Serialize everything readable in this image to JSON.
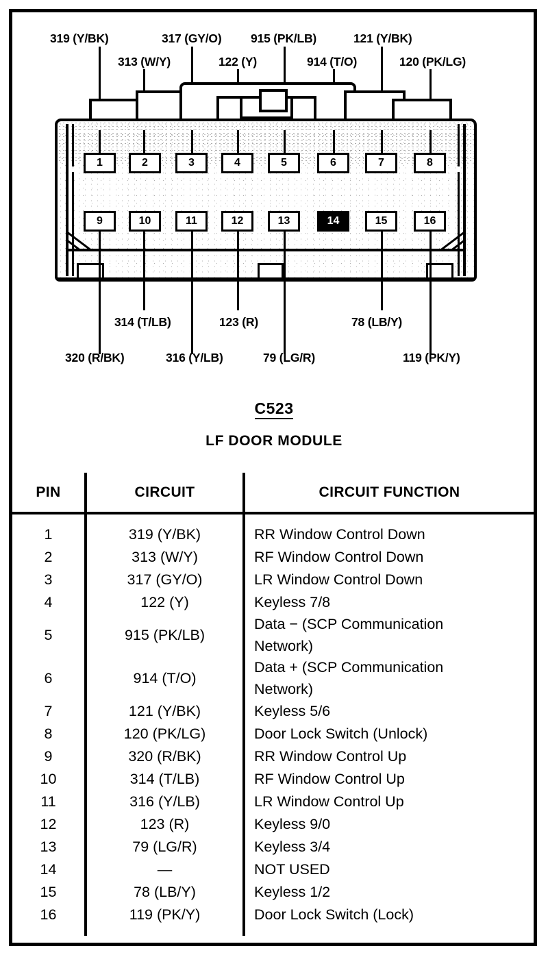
{
  "connector": {
    "id": "C523",
    "module_name": "LF DOOR MODULE",
    "top_labels": [
      {
        "pin": 1,
        "text": "319 (Y/BK)"
      },
      {
        "pin": 2,
        "text": "313 (W/Y)"
      },
      {
        "pin": 3,
        "text": "317 (GY/O)"
      },
      {
        "pin": 4,
        "text": "122 (Y)"
      },
      {
        "pin": 5,
        "text": "915 (PK/LB)"
      },
      {
        "pin": 6,
        "text": "914 (T/O)"
      },
      {
        "pin": 7,
        "text": "121 (Y/BK)"
      },
      {
        "pin": 8,
        "text": "120 (PK/LG)"
      }
    ],
    "bottom_labels": [
      {
        "pin": 9,
        "text": "320 (R/BK)"
      },
      {
        "pin": 10,
        "text": "314 (T/LB)"
      },
      {
        "pin": 11,
        "text": "316 (Y/LB)"
      },
      {
        "pin": 12,
        "text": "123 (R)"
      },
      {
        "pin": 13,
        "text": "79 (LG/R)"
      },
      {
        "pin": 15,
        "text": "78 (LB/Y)"
      },
      {
        "pin": 16,
        "text": "119 (PK/Y)"
      }
    ],
    "pins_top_row": [
      "1",
      "2",
      "3",
      "4",
      "5",
      "6",
      "7",
      "8"
    ],
    "pins_bottom_row": [
      "9",
      "10",
      "11",
      "12",
      "13",
      "14",
      "15",
      "16"
    ],
    "highlighted_pin": "14"
  },
  "table": {
    "headers": {
      "pin": "PIN",
      "circuit": "CIRCUIT",
      "function": "CIRCUIT FUNCTION"
    },
    "rows": [
      {
        "pin": "1",
        "circuit": "319 (Y/BK)",
        "function": "RR Window Control Down",
        "function_line2": ""
      },
      {
        "pin": "2",
        "circuit": "313 (W/Y)",
        "function": "RF Window Control Down",
        "function_line2": ""
      },
      {
        "pin": "3",
        "circuit": "317 (GY/O)",
        "function": "LR Window Control Down",
        "function_line2": ""
      },
      {
        "pin": "4",
        "circuit": "122 (Y)",
        "function": "Keyless 7/8",
        "function_line2": ""
      },
      {
        "pin": "5",
        "circuit": "915 (PK/LB)",
        "function": "Data − (SCP Communication",
        "function_line2": "Network)"
      },
      {
        "pin": "6",
        "circuit": "914 (T/O)",
        "function": "Data + (SCP Communication",
        "function_line2": "Network)"
      },
      {
        "pin": "7",
        "circuit": "121 (Y/BK)",
        "function": "Keyless 5/6",
        "function_line2": ""
      },
      {
        "pin": "8",
        "circuit": "120 (PK/LG)",
        "function": "Door Lock Switch (Unlock)",
        "function_line2": ""
      },
      {
        "pin": "9",
        "circuit": "320 (R/BK)",
        "function": "RR Window Control Up",
        "function_line2": ""
      },
      {
        "pin": "10",
        "circuit": "314 (T/LB)",
        "function": "RF Window Control Up",
        "function_line2": ""
      },
      {
        "pin": "11",
        "circuit": "316 (Y/LB)",
        "function": "LR Window Control Up",
        "function_line2": ""
      },
      {
        "pin": "12",
        "circuit": "123 (R)",
        "function": "Keyless 9/0",
        "function_line2": ""
      },
      {
        "pin": "13",
        "circuit": "79 (LG/R)",
        "function": "Keyless 3/4",
        "function_line2": ""
      },
      {
        "pin": "14",
        "circuit": "—",
        "function": "NOT USED",
        "function_line2": ""
      },
      {
        "pin": "15",
        "circuit": "78 (LB/Y)",
        "function": "Keyless 1/2",
        "function_line2": ""
      },
      {
        "pin": "16",
        "circuit": "119 (PK/Y)",
        "function": "Door Lock Switch (Lock)",
        "function_line2": ""
      }
    ]
  },
  "colors": {
    "ink": "#000000",
    "paper": "#ffffff",
    "highlight_fill": "#000000",
    "highlight_text": "#ffffff"
  }
}
